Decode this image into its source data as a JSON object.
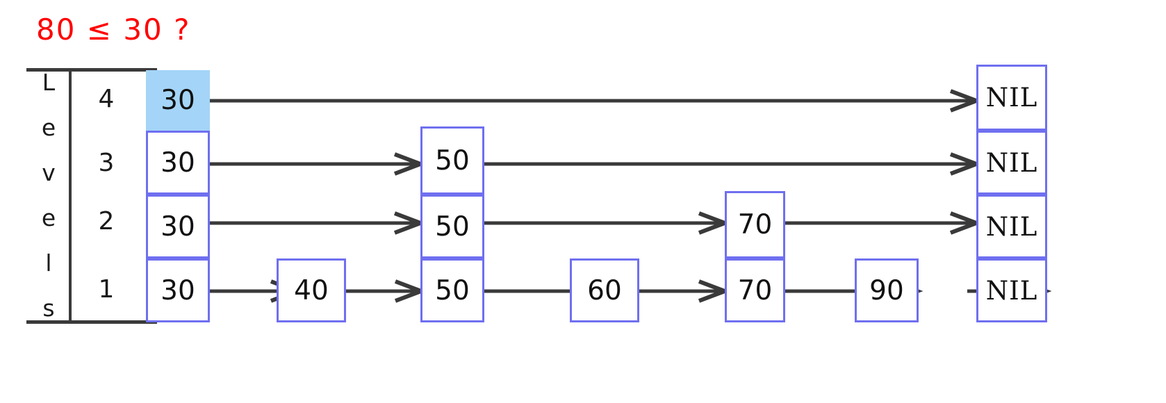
{
  "title": {
    "text": "80 ≤ 30 ?",
    "color": "#ff0000"
  },
  "axis": {
    "label_letters": [
      "L",
      "e",
      "v",
      "e",
      "l",
      "s"
    ],
    "level_numbers": [
      "4",
      "3",
      "2",
      "1"
    ]
  },
  "colors": {
    "node_border": "#6f6ff0",
    "highlight": "#a4d4f7",
    "arrow": "#3a3a3a",
    "text": "#111111",
    "title": "#ff0000"
  },
  "nil_label": "NIL",
  "structure": {
    "type": "skip-list",
    "levels": 4,
    "head_key": "30",
    "search_key": "80",
    "highlighted_cell": {
      "node": "head",
      "level": 4,
      "value": "30"
    },
    "nodes": [
      {
        "value": "30",
        "levels": [
          1,
          2,
          3,
          4
        ],
        "is_head": true
      },
      {
        "value": "40",
        "levels": [
          1
        ]
      },
      {
        "value": "50",
        "levels": [
          1,
          2,
          3
        ]
      },
      {
        "value": "60",
        "levels": [
          1
        ]
      },
      {
        "value": "70",
        "levels": [
          1,
          2
        ]
      },
      {
        "value": "90",
        "levels": [
          1
        ]
      },
      {
        "value": "NIL",
        "levels": [
          1,
          2,
          3,
          4
        ],
        "is_nil": true
      }
    ],
    "level_chains": [
      {
        "level": 4,
        "sequence": [
          "30",
          "NIL"
        ]
      },
      {
        "level": 3,
        "sequence": [
          "30",
          "50",
          "NIL"
        ]
      },
      {
        "level": 2,
        "sequence": [
          "30",
          "50",
          "70",
          "NIL"
        ]
      },
      {
        "level": 1,
        "sequence": [
          "30",
          "40",
          "50",
          "60",
          "70",
          "90",
          "NIL"
        ]
      }
    ]
  },
  "cells": {
    "head_l4": "30",
    "head_l3": "30",
    "head_l2": "30",
    "head_l1": "30",
    "n40_l1": "40",
    "n50_l3": "50",
    "n50_l2": "50",
    "n50_l1": "50",
    "n60_l1": "60",
    "n70_l2": "70",
    "n70_l1": "70",
    "n90_l1": "90",
    "nil_l4": "NIL",
    "nil_l3": "NIL",
    "nil_l2": "NIL",
    "nil_l1": "NIL"
  }
}
